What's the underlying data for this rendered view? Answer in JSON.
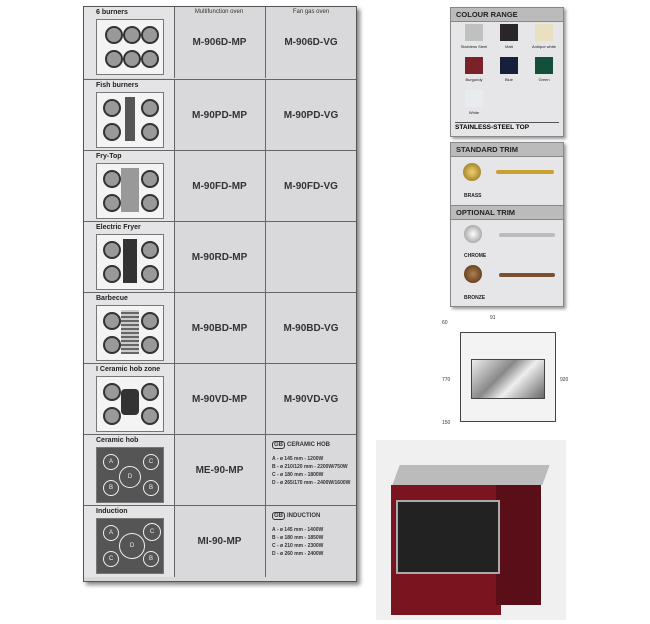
{
  "table": {
    "headers": [
      "Multifunction oven",
      "Fan gas oven"
    ],
    "rows": [
      {
        "name": "6 burners",
        "multi": "M-906D-MP",
        "fan": "M-906D-VG",
        "hob": "6burner"
      },
      {
        "name": "Fish burners",
        "multi": "M-90PD-MP",
        "fan": "M-90PD-VG",
        "hob": "fish"
      },
      {
        "name": "Fry-Top",
        "multi": "M-90FD-MP",
        "fan": "M-90FD-VG",
        "hob": "frytop"
      },
      {
        "name": "Electric Fryer",
        "multi": "M-90RD-MP",
        "fan": "",
        "hob": "fryer"
      },
      {
        "name": "Barbecue",
        "multi": "M-90BD-MP",
        "fan": "M-90BD-VG",
        "hob": "bbq"
      },
      {
        "name": "I Ceramic hob zone",
        "multi": "M-90VD-MP",
        "fan": "M-90VD-VG",
        "hob": "ceramiczone"
      },
      {
        "name": "Ceramic hob",
        "multi": "ME-90-MP",
        "hob": "ceramic",
        "spec": {
          "logo": "GB",
          "title": "CERAMIC HOB",
          "lines": [
            "A - ø 145 mm - 1200W",
            "B - ø 210/120 mm - 2200W/750W",
            "C - ø 180 mm - 1800W",
            "D - ø 265/170 mm - 2400W/1600W"
          ]
        }
      },
      {
        "name": "Induction",
        "multi": "MI-90-MP",
        "hob": "induction",
        "spec": {
          "logo": "GB",
          "title": "INDUCTION",
          "lines": [
            "A - ø 145 mm - 1400W",
            "B - ø 180 mm - 1850W",
            "C - ø 210 mm - 2300W",
            "D - ø 260 mm - 2400W"
          ]
        }
      }
    ]
  },
  "colour_range": {
    "title": "COLOUR RANGE",
    "colours": [
      {
        "name": "Stainless Steel",
        "hex": "#bfc0c0"
      },
      {
        "name": "Matt",
        "hex": "#2a2528"
      },
      {
        "name": "Antique white",
        "hex": "#e8e0c0"
      },
      {
        "name": "Burgundy",
        "hex": "#7a2228"
      },
      {
        "name": "Blue",
        "hex": "#17203a"
      },
      {
        "name": "Green",
        "hex": "#12503a"
      },
      {
        "name": "White",
        "hex": "#e8ecef"
      }
    ],
    "footer": "STAINLESS-STEEL TOP"
  },
  "trim": {
    "standard_title": "STANDARD TRIM",
    "brass": "BRASS",
    "optional_title": "OPTIONAL TRIM",
    "chrome": "CHROME",
    "bronze": "BRONZE"
  },
  "diagram": {
    "width": "91",
    "top": "60",
    "height": "770",
    "total": "920",
    "legs": "150"
  }
}
